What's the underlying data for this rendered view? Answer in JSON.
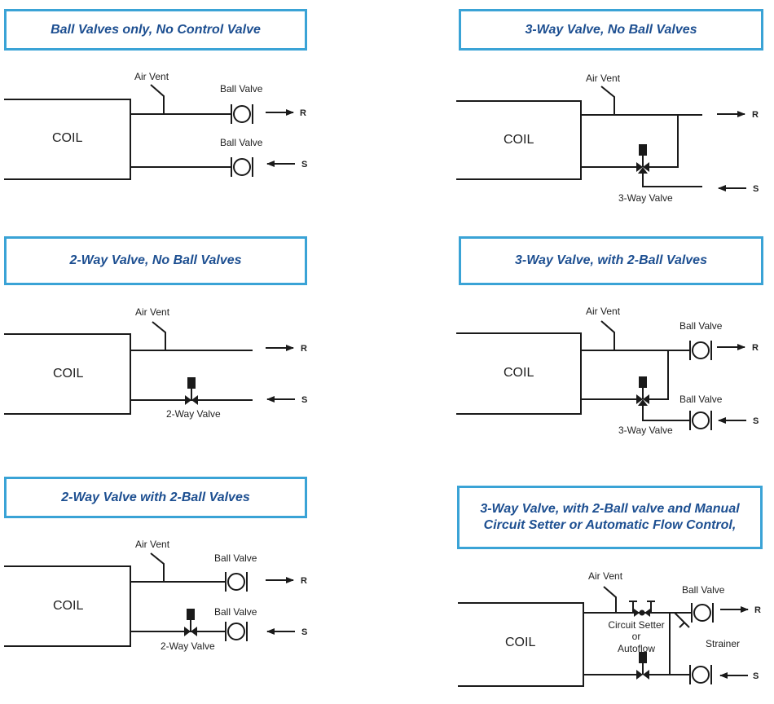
{
  "colors": {
    "title_border": "#3aa3d6",
    "title_text": "#1d4f91",
    "line": "#1a1a1a"
  },
  "panels": [
    {
      "title": "Ball Valves only, No Control Valve",
      "coil": "COIL",
      "air_vent": "Air Vent",
      "ball_valve_top": "Ball Valve",
      "ball_valve_bottom": "Ball Valve",
      "return": "R",
      "supply": "S"
    },
    {
      "title": "3-Way Valve, No Ball Valves",
      "coil": "COIL",
      "air_vent": "Air Vent",
      "three_way_valve": "3-Way Valve",
      "return": "R",
      "supply": "S"
    },
    {
      "title": "2-Way Valve, No Ball Valves",
      "coil": "COIL",
      "air_vent": "Air Vent",
      "two_way_valve": "2-Way Valve",
      "return": "R",
      "supply": "S"
    },
    {
      "title": "3-Way Valve, with 2-Ball Valves",
      "coil": "COIL",
      "air_vent": "Air Vent",
      "ball_valve_top": "Ball Valve",
      "ball_valve_bottom": "Ball Valve",
      "three_way_valve": "3-Way Valve",
      "return": "R",
      "supply": "S"
    },
    {
      "title": "2-Way Valve with 2-Ball Valves",
      "coil": "COIL",
      "air_vent": "Air Vent",
      "ball_valve_top": "Ball Valve",
      "ball_valve_bottom": "Ball Valve",
      "two_way_valve": "2-Way Valve",
      "return": "R",
      "supply": "S"
    },
    {
      "title_line1": "3-Way Valve, with 2-Ball valve and Manual",
      "title_line2": "Circuit Setter or Automatic Flow Control,",
      "coil": "COIL",
      "air_vent": "Air Vent",
      "ball_valve_top": "Ball Valve",
      "circuit_setter": "Circuit Setter",
      "or": "or",
      "autoflow": "Autoflow",
      "strainer": "Strainer",
      "return": "R",
      "supply": "S"
    }
  ]
}
